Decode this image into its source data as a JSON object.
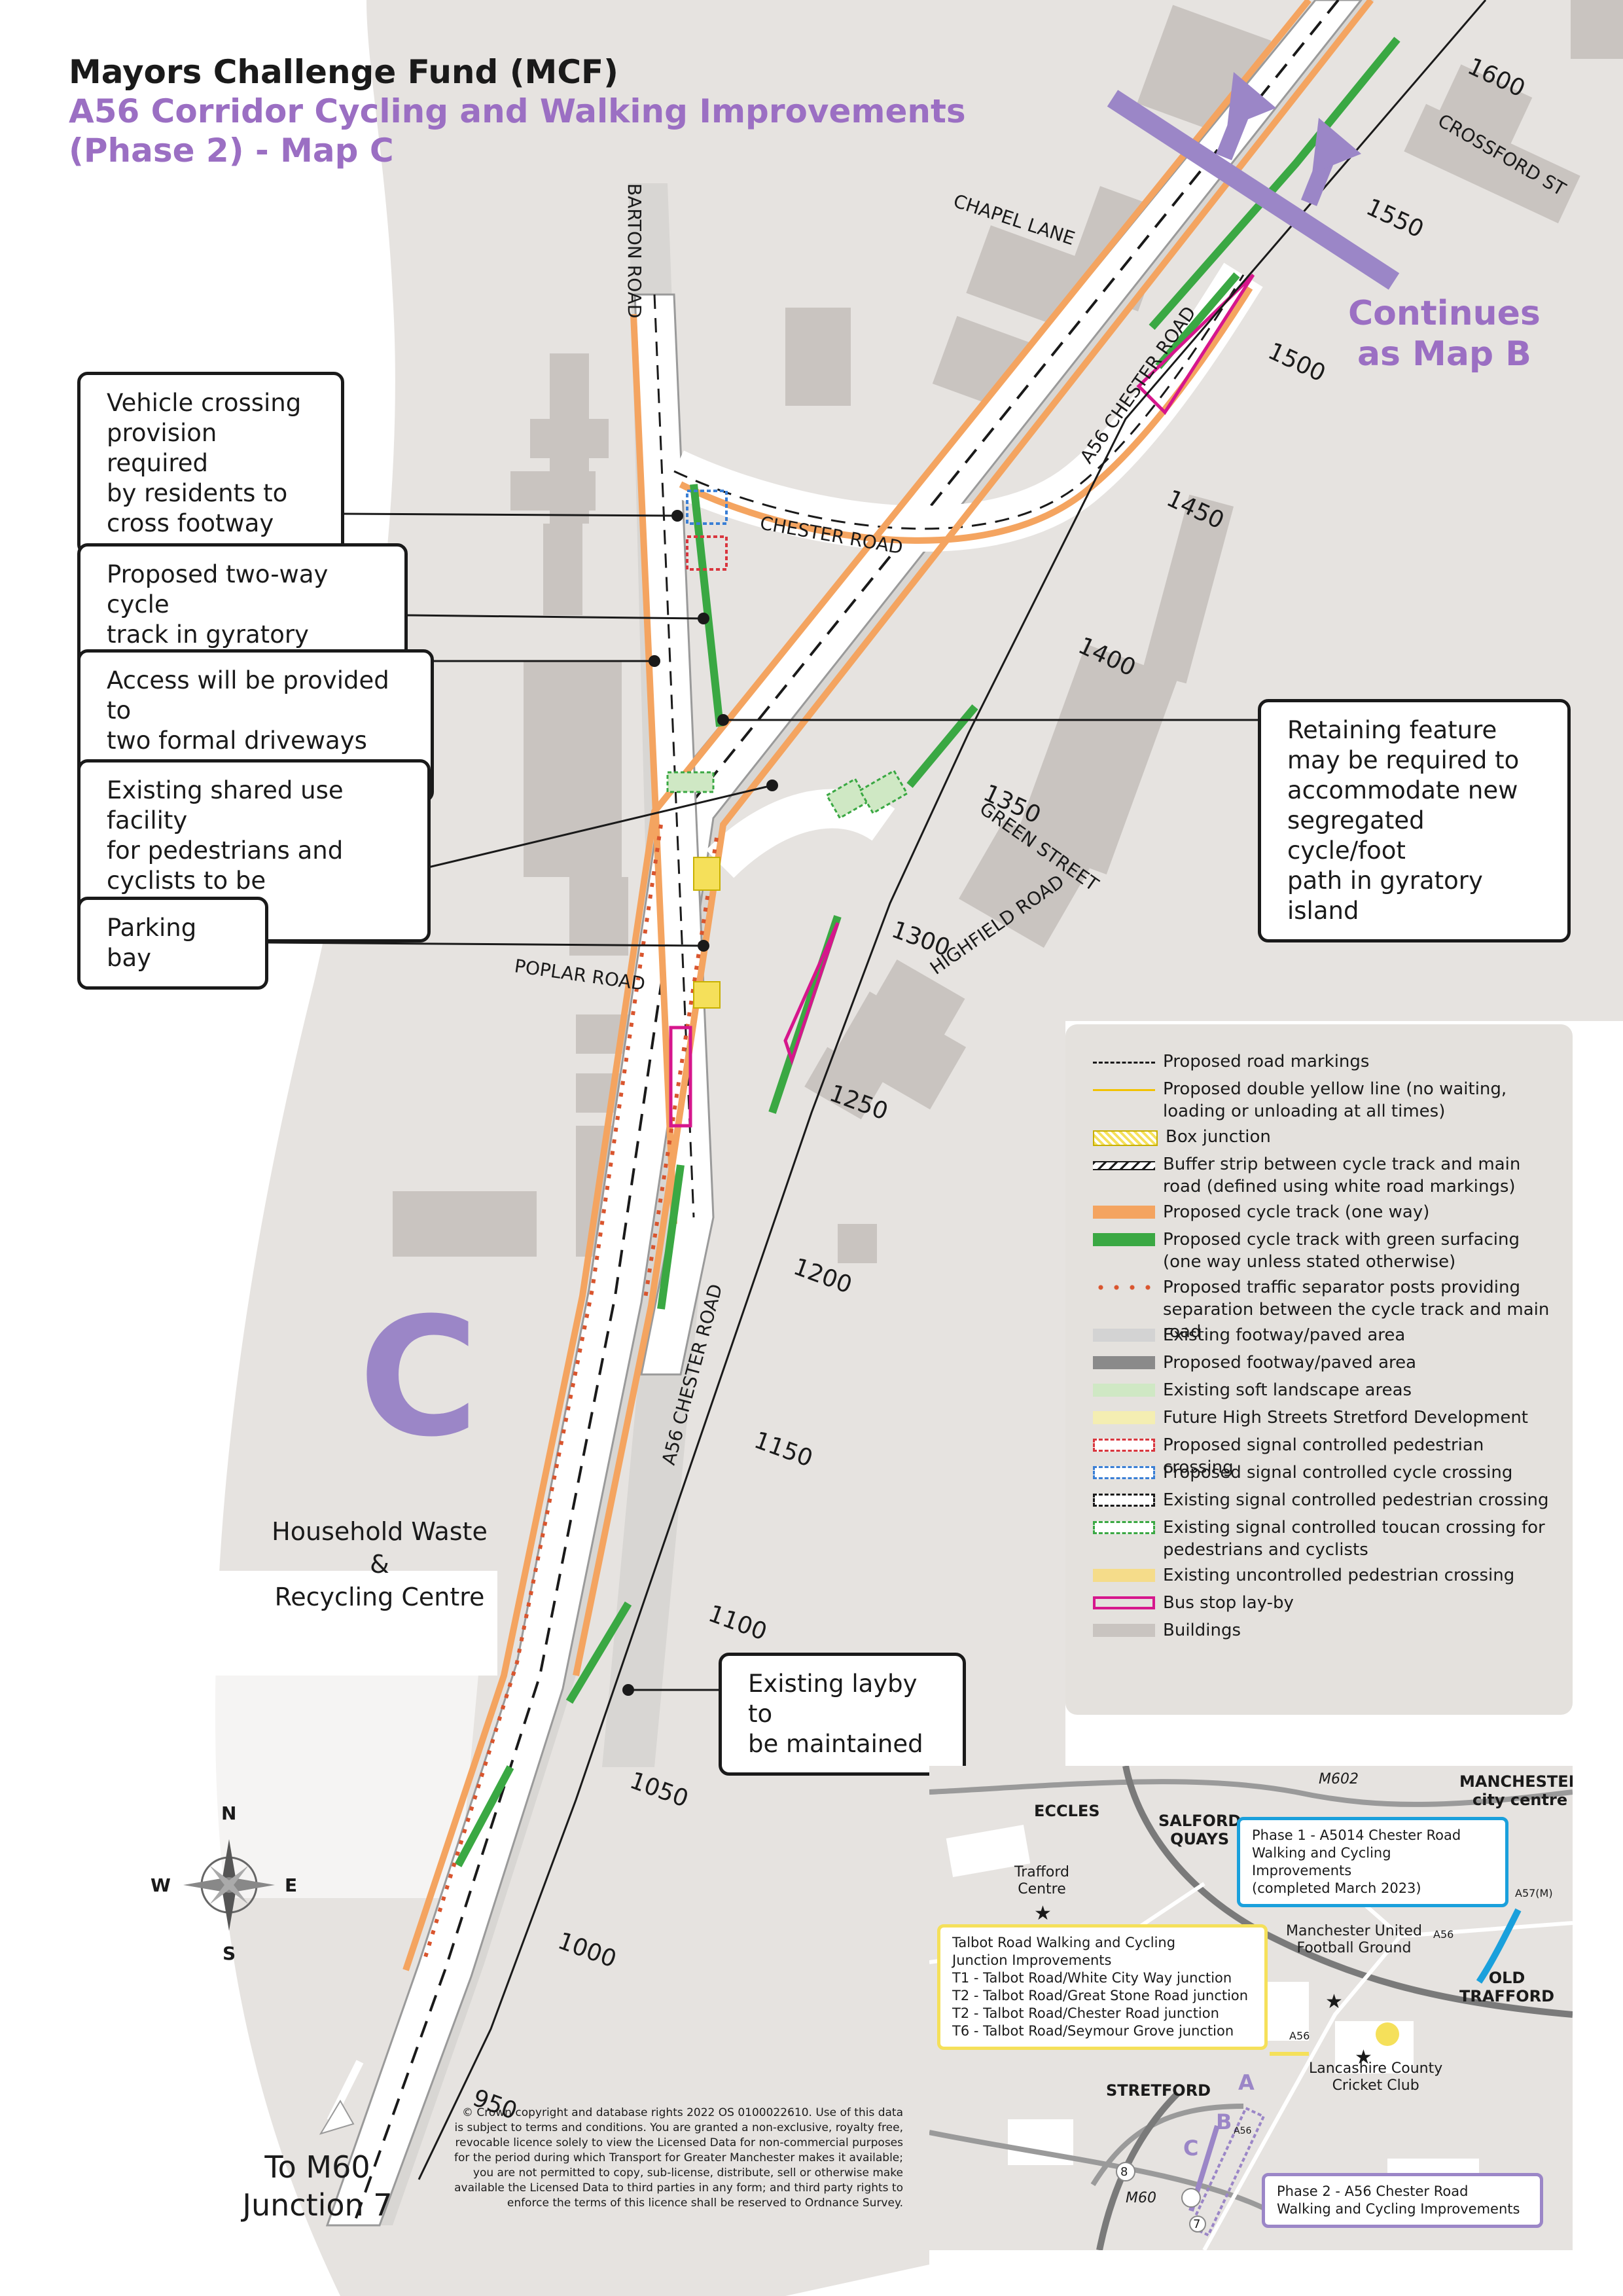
{
  "title": {
    "line1": "Mayors Challenge Fund (MCF)",
    "line2": "A56 Corridor Cycling and Walking Improvements",
    "line3": "(Phase 2) - Map C"
  },
  "map_letter": "C",
  "continues": {
    "line1": "Continues",
    "line2": "as Map B"
  },
  "place_labels": {
    "hwrc_line1": "Household Waste &",
    "hwrc_line2": "Recycling Centre",
    "to_m60_line1": "To M60",
    "to_m60_line2": "Junction 7"
  },
  "roads": {
    "barton_road": "BARTON ROAD",
    "chapel_lane": "CHAPEL LANE",
    "crossford_st": "CROSSFORD ST",
    "chester_road": "CHESTER ROAD",
    "a56_chester_road_upper": "A56 CHESTER ROAD",
    "a56_chester_road_lower": "A56 CHESTER ROAD",
    "green_street": "GREEN STREET",
    "highfield_road": "HIGHFIELD ROAD",
    "poplar_road": "POPLAR ROAD"
  },
  "chainage": [
    "1600",
    "1550",
    "1500",
    "1450",
    "1400",
    "1350",
    "1300",
    "1250",
    "1200",
    "1150",
    "1100",
    "1050",
    "1000",
    "950"
  ],
  "callouts": {
    "vehicle": [
      "Vehicle crossing",
      "provision required",
      "by residents to",
      "cross footway"
    ],
    "two_way": [
      "Proposed two-way cycle",
      "track in gyratory island"
    ],
    "access": [
      "Access will be provided to",
      "two formal driveways here"
    ],
    "shared": [
      "Existing shared use facility",
      "for pedestrians and",
      "cyclists to be maintained"
    ],
    "parking": [
      "Parking bay"
    ],
    "retaining": [
      "Retaining feature",
      "may be required to",
      "accommodate new",
      "segregated cycle/foot",
      "path in gyratory island"
    ],
    "layby": [
      "Existing layby to",
      "be maintained"
    ]
  },
  "compass": {
    "n": "N",
    "s": "S",
    "e": "E",
    "w": "W"
  },
  "legend": [
    {
      "label": "Proposed road markings",
      "swatch": "dashed",
      "color": "#1a1a1a"
    },
    {
      "label": "Proposed double yellow line (no waiting, loading or unloading at all times)",
      "swatch": "line",
      "color": "#f2c200"
    },
    {
      "label": "Box junction",
      "swatch": "hatch",
      "color": "#f5e05a"
    },
    {
      "label": "Buffer strip between cycle track and main road (defined using white road markings)",
      "swatch": "buffer",
      "color": "#1a1a1a"
    },
    {
      "label": "Proposed cycle track (one way)",
      "swatch": "fill",
      "color": "#f4a460"
    },
    {
      "label": "Proposed cycle track with green surfacing (one way unless stated otherwise)",
      "swatch": "fill",
      "color": "#3aa843"
    },
    {
      "label": "Proposed traffic separator posts providing separation between the cycle track and main road",
      "swatch": "dots",
      "color": "#d9552e"
    },
    {
      "label": "Existing footway/paved area",
      "swatch": "fill",
      "color": "#d3d3d3"
    },
    {
      "label": "Proposed footway/paved area",
      "swatch": "fill",
      "color": "#8a8a8a"
    },
    {
      "label": "Existing soft landscape areas",
      "swatch": "fill",
      "color": "#cfe8c4"
    },
    {
      "label": "Future High Streets Stretford Development",
      "swatch": "fill",
      "color": "#f4eeb2"
    },
    {
      "label": "Proposed signal controlled pedestrian crossing",
      "swatch": "dbox",
      "color": "#d9363e"
    },
    {
      "label": "Proposed signal controlled cycle crossing",
      "swatch": "dbox",
      "color": "#3a7fd5"
    },
    {
      "label": "Existing signal controlled pedestrian crossing",
      "swatch": "dbox",
      "color": "#1a1a1a"
    },
    {
      "label": "Existing signal controlled toucan crossing for pedestrians and cyclists",
      "swatch": "dbox",
      "color": "#3aa843"
    },
    {
      "label": "Existing uncontrolled pedestrian crossing",
      "swatch": "fill",
      "color": "#f5dc8a"
    },
    {
      "label": "Bus stop lay-by",
      "swatch": "box",
      "color": "#d6168c"
    },
    {
      "label": "Buildings",
      "swatch": "fill",
      "color": "#c9c4c0"
    }
  ],
  "copyright": "© Crown copyright and database rights 2022 OS 0100022610. Use of this data is subject to terms and conditions. You are granted a non-exclusive, royalty free, revocable licence solely to view the Licensed Data for non-commercial purposes for the period during which Transport for Greater Manchester makes it available; you are not permitted to copy, sub-license, distribute, sell or otherwise make available the Licensed Data to third parties in any form; and third party rights to enforce the terms of this licence shall be reserved to Ordnance Survey.",
  "inset": {
    "eccles": "ECCLES",
    "salford_quays": "SALFORD\nQUAYS",
    "manchester": "MANCHESTER",
    "city_centre": "city centre",
    "m602": "M602",
    "a57m": "A57(M)",
    "a56_1": "A56",
    "a56_2": "A56",
    "a56_3": "A56",
    "trafford_centre": "Trafford\nCentre",
    "mufc": "Manchester United\nFootball Ground",
    "old_trafford": "OLD\nTRAFFORD",
    "lccc": "Lancashire County\nCricket Club",
    "stretford": "STRETFORD",
    "m60": "M60",
    "j8": "8",
    "j7": "7",
    "seg_a": "A",
    "seg_b": "B",
    "seg_c": "C",
    "phase1": [
      "Phase 1 - A5014 Chester Road",
      "Walking and Cycling Improvements",
      "(completed March 2023)"
    ],
    "talbot": [
      "Talbot Road Walking and Cycling",
      "Junction Improvements",
      "T1 - Talbot Road/White City Way junction",
      "T2 - Talbot Road/Great Stone Road junction",
      "T2 - Talbot Road/Chester Road junction",
      "T6 - Talbot Road/Seymour Grove junction"
    ],
    "phase2": [
      "Phase 2 - A56 Chester Road",
      "Walking and Cycling Improvements"
    ]
  }
}
